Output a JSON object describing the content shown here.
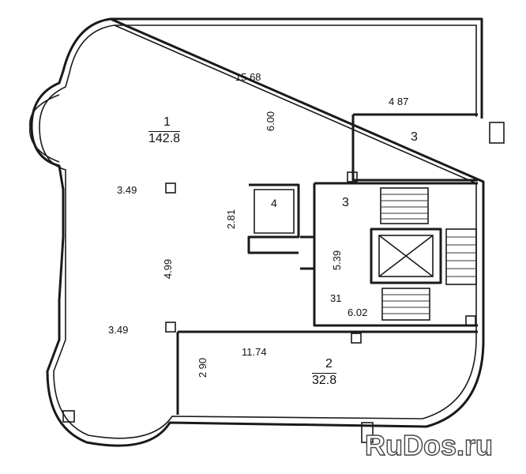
{
  "rooms": [
    {
      "number": "1",
      "area": "142.8"
    },
    {
      "number": "2",
      "area": "32.8"
    },
    {
      "number": "3"
    },
    {
      "number": "3"
    },
    {
      "number": "4"
    }
  ],
  "dimensions": {
    "top_width": "15 68",
    "main_depth": "6.00",
    "right_top": "4 87",
    "left_upper": "3.49",
    "left_lower": "3.49",
    "center_depth": "4.99",
    "room4_height": "2.81",
    "stair_depth": "5.39",
    "small_31": "31",
    "stair_width": "6.02",
    "room2_width": "11.74",
    "room2_depth": "2 90"
  },
  "watermark": "RuDos.ru"
}
